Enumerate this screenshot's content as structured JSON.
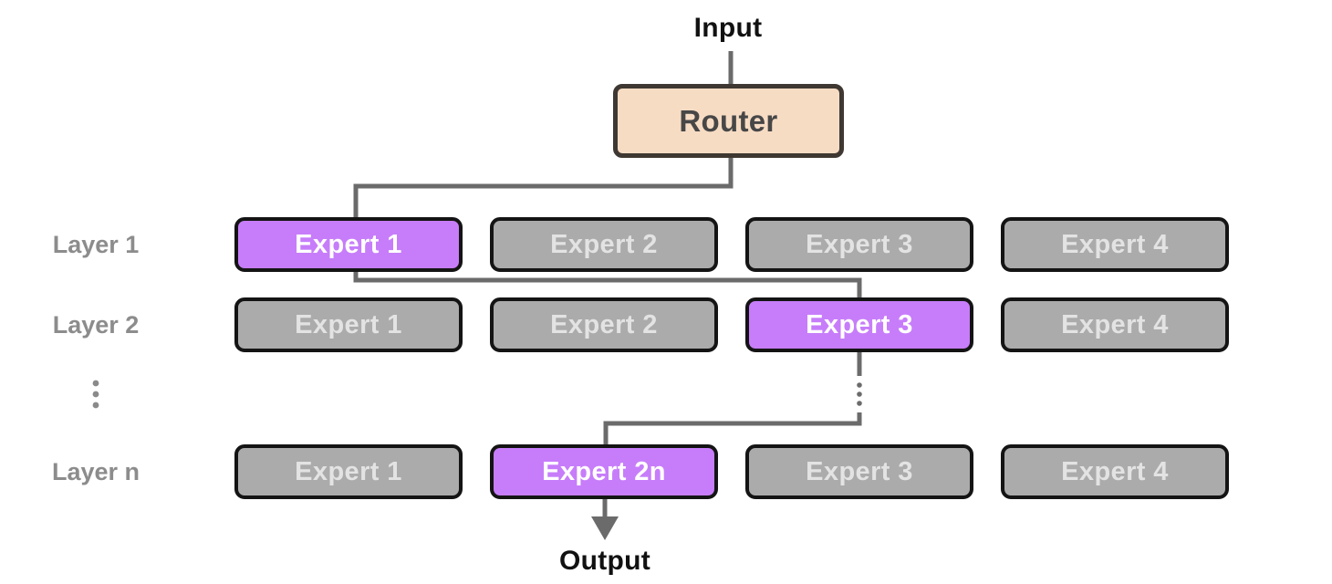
{
  "diagram": {
    "title_hint": "Mixture-of-Experts routing diagram",
    "input_label": "Input",
    "output_label": "Output",
    "router_label": "Router",
    "omitted_layers_ellipsis": "⋮",
    "layers": [
      {
        "label": "Layer 1",
        "experts": [
          {
            "label": "Expert 1",
            "active": true
          },
          {
            "label": "Expert 2",
            "active": false
          },
          {
            "label": "Expert 3",
            "active": false
          },
          {
            "label": "Expert 4",
            "active": false
          }
        ]
      },
      {
        "label": "Layer 2",
        "experts": [
          {
            "label": "Expert 1",
            "active": false
          },
          {
            "label": "Expert 2",
            "active": false
          },
          {
            "label": "Expert 3",
            "active": true
          },
          {
            "label": "Expert 4",
            "active": false
          }
        ]
      },
      {
        "label": "Layer n",
        "experts": [
          {
            "label": "Expert 1",
            "active": false
          },
          {
            "label": "Expert 2n",
            "active": true
          },
          {
            "label": "Expert 3",
            "active": false
          },
          {
            "label": "Expert 4",
            "active": false
          }
        ]
      }
    ],
    "routing_path": [
      "Router",
      "Layer 1 Expert 1",
      "Layer 2 Expert 3",
      "Layer n Expert 2n",
      "Output"
    ],
    "colors": {
      "active_expert_fill": "#C77DFA",
      "active_expert_text": "#FFFFFF",
      "inactive_expert_fill": "#ABABAB",
      "inactive_expert_text": "#E3E3E3",
      "expert_border": "#141414",
      "router_fill": "#F7DCC4",
      "router_border": "#3F3832",
      "router_text": "#474747",
      "connector_line": "#6B6B6B",
      "layer_label_text": "#8C8C8C",
      "io_label_text": "#111111",
      "background": "#FFFFFF"
    }
  }
}
